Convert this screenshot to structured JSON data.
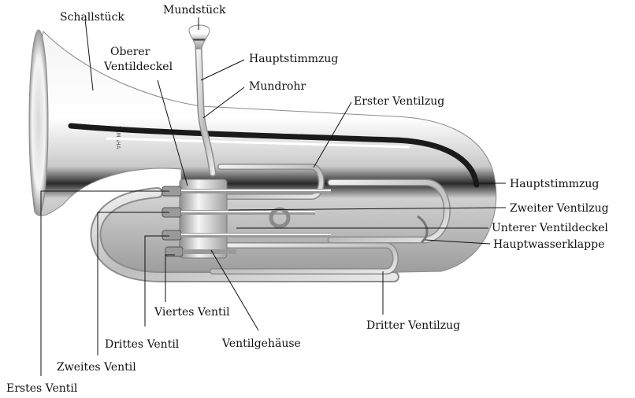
{
  "diagram": {
    "labels": {
      "mundstueck": "Mundstück",
      "schallstueck": "Schallstück",
      "oberer_ventildeckel_line1": "Oberer",
      "oberer_ventildeckel_line2": "Ventildeckel",
      "hauptstimmzug_top": "Hauptstimmzug",
      "mundrohr": "Mundrohr",
      "erster_ventilzug": "Erster Ventilzug",
      "hauptstimmzug_right": "Hauptstimmzug",
      "zweiter_ventilzug": "Zweiter Ventilzug",
      "unterer_ventildeckel": "Unterer Ventildeckel",
      "hauptwasserklappe": "Hauptwasserklappe",
      "viertes_ventil": "Viertes Ventil",
      "drittes_ventil": "Drittes Ventil",
      "ventilgehaeuse": "Ventilgehäuse",
      "dritter_ventilzug": "Dritter Ventilzug",
      "zweites_ventil": "Zweites Ventil",
      "erstes_ventil": "Erstes Ventil"
    },
    "bell_engraving": "YAMAHA"
  }
}
